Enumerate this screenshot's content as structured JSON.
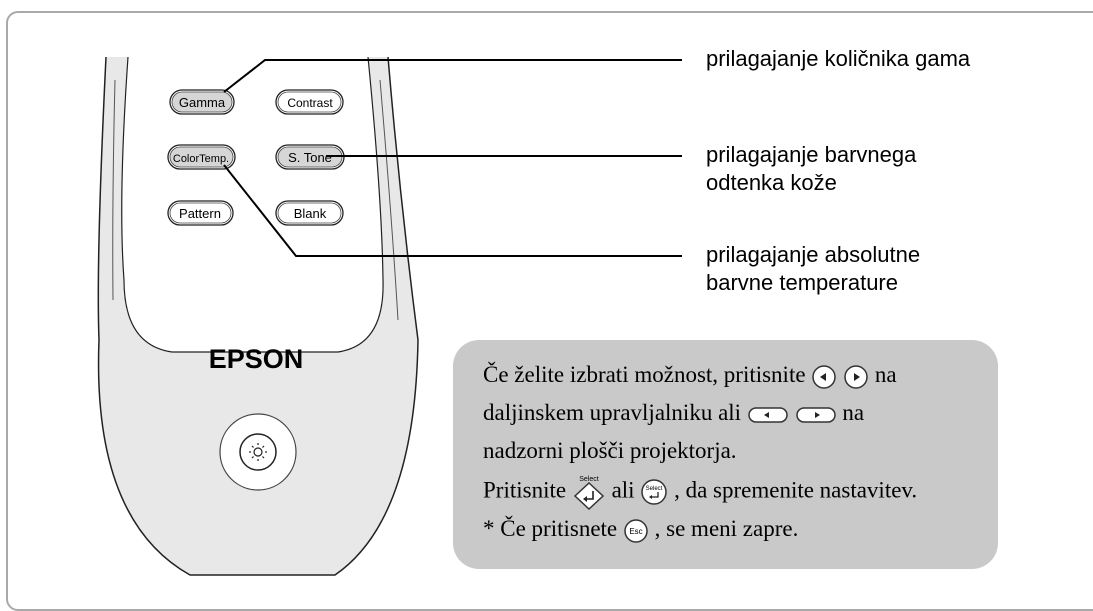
{
  "remote": {
    "buttons": {
      "gamma": "Gamma",
      "contrast": "Contrast",
      "color_temp": "ColorTemp.",
      "s_tone": "S. Tone",
      "pattern": "Pattern",
      "blank": "Blank"
    },
    "brand": "EPSON"
  },
  "callouts": {
    "gamma": "prilagajanje količnika gama",
    "skin_tone_1": "prilagajanje barvnega",
    "skin_tone_2": "odtenka kože",
    "abs_temp_1": "prilagajanje absolutne",
    "abs_temp_2": "barvne temperature"
  },
  "note": {
    "line1_a": "Če želite izbrati možnost, pritisnite",
    "line1_b": "na",
    "line2_a": "daljinskem upravljalniku ali",
    "line2_b": "na",
    "line3": "nadzorni plošči projektorja.",
    "line4_a": "Pritisnite",
    "line4_b": "ali",
    "line4_c": ", da spremenite nastavitev.",
    "line5_a": "* Če pritisnete",
    "line5_b": ", se meni zapre.",
    "select_label": "Select",
    "esc_label": "Esc"
  },
  "colors": {
    "frame": "#a9a9a9",
    "note_bg": "#c9c9c9",
    "button_fill": "#d6d6d6",
    "remote_body": "#e8e8e8"
  }
}
